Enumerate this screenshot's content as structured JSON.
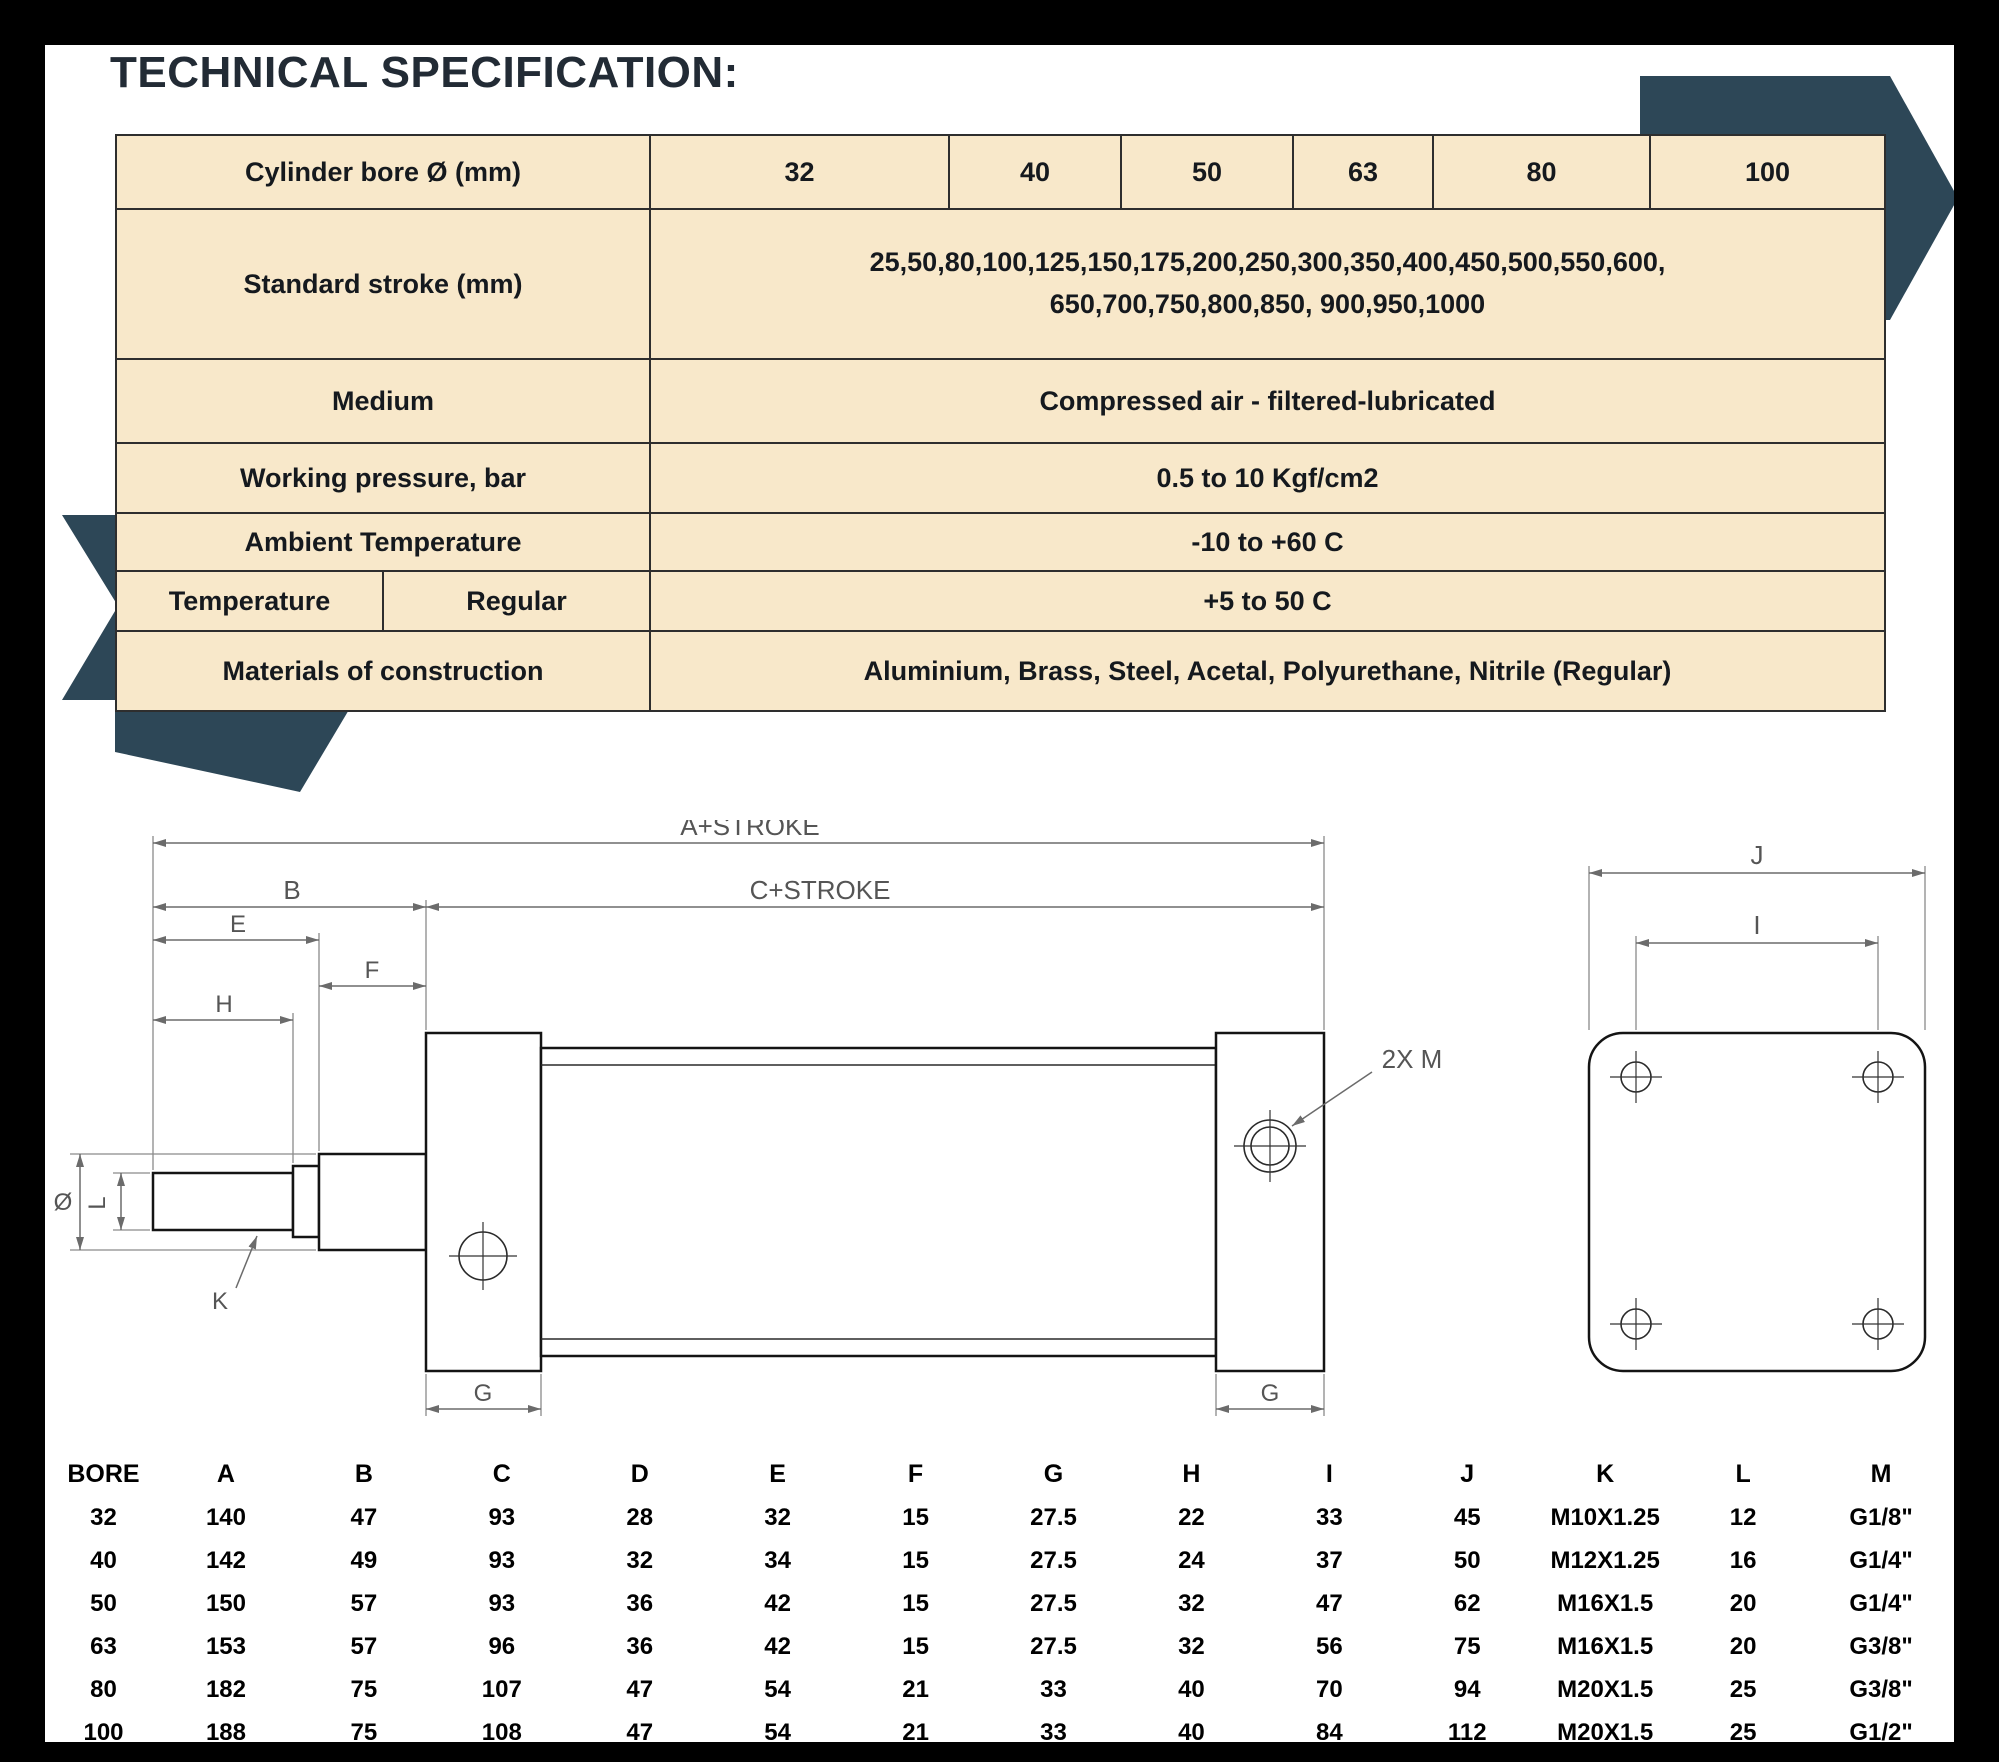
{
  "title": "TECHNICAL SPECIFICATION:",
  "colors": {
    "accent": "#2d4757",
    "table_bg": "#f8e8ca",
    "ink": "#15191e"
  },
  "spec_table": {
    "bore": {
      "label": "Cylinder bore Ø (mm)",
      "values": [
        "32",
        "40",
        "50",
        "63",
        "80",
        "100"
      ]
    },
    "stroke": {
      "label": "Standard stroke (mm)",
      "line1": "25,50,80,100,125,150,175,200,250,300,350,400,450,500,550,600,",
      "line2": "650,700,750,800,850, 900,950,1000"
    },
    "medium": {
      "label": "Medium",
      "value": "Compressed air - filtered-lubricated"
    },
    "pressure": {
      "label": "Working pressure, bar",
      "value": "0.5 to 10 Kgf/cm2"
    },
    "ambient": {
      "label": "Ambient Temperature",
      "value": "-10 to +60 C"
    },
    "temperature": {
      "label": "Temperature",
      "sublabel": "Regular",
      "value": "+5 to 50 C"
    },
    "materials": {
      "label": "Materials of construction",
      "value": "Aluminium, Brass, Steel, Acetal, Polyurethane, Nitrile (Regular)"
    }
  },
  "drawing": {
    "dim_labels": {
      "a_stroke": "A+STROKE",
      "c_stroke": "C+STROKE",
      "b": "B",
      "e": "E",
      "f": "F",
      "h": "H",
      "diameter": "Ø",
      "l": "L",
      "k": "K",
      "g_front": "G",
      "g_rear": "G",
      "m_callout": "2X M",
      "j": "J",
      "i": "I"
    }
  },
  "dim_table": {
    "headers": [
      "BORE",
      "A",
      "B",
      "C",
      "D",
      "E",
      "F",
      "G",
      "H",
      "I",
      "J",
      "K",
      "L",
      "M"
    ],
    "rows": [
      [
        "32",
        "140",
        "47",
        "93",
        "28",
        "32",
        "15",
        "27.5",
        "22",
        "33",
        "45",
        "M10X1.25",
        "12",
        "G1/8\""
      ],
      [
        "40",
        "142",
        "49",
        "93",
        "32",
        "34",
        "15",
        "27.5",
        "24",
        "37",
        "50",
        "M12X1.25",
        "16",
        "G1/4\""
      ],
      [
        "50",
        "150",
        "57",
        "93",
        "36",
        "42",
        "15",
        "27.5",
        "32",
        "47",
        "62",
        "M16X1.5",
        "20",
        "G1/4\""
      ],
      [
        "63",
        "153",
        "57",
        "96",
        "36",
        "42",
        "15",
        "27.5",
        "32",
        "56",
        "75",
        "M16X1.5",
        "20",
        "G3/8\""
      ],
      [
        "80",
        "182",
        "75",
        "107",
        "47",
        "54",
        "21",
        "33",
        "40",
        "70",
        "94",
        "M20X1.5",
        "25",
        "G3/8\""
      ],
      [
        "100",
        "188",
        "75",
        "108",
        "47",
        "54",
        "21",
        "33",
        "40",
        "84",
        "112",
        "M20X1.5",
        "25",
        "G1/2\""
      ]
    ]
  }
}
